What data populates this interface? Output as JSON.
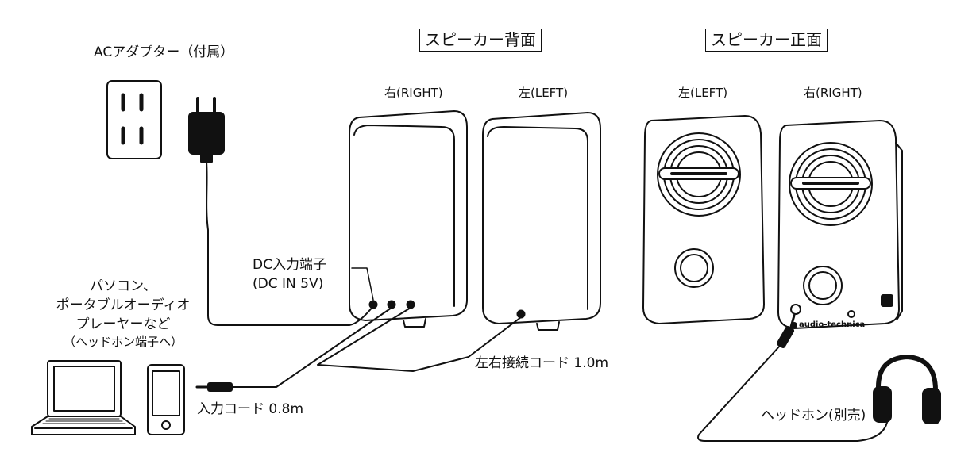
{
  "labels": {
    "ac_adapter": "ACアダプター（付属）",
    "rear_title": "スピーカー背面",
    "front_title": "スピーカー正面",
    "rear_right": "右(RIGHT)",
    "rear_left": "左(LEFT)",
    "front_left": "左(LEFT)",
    "front_right": "右(RIGHT)",
    "dc_input_line1": "DC入力端子",
    "dc_input_line2": "(DC IN 5V)",
    "source_line1": "パソコン、",
    "source_line2": "ポータブルオーディオ",
    "source_line3": "プレーヤーなど",
    "source_line4": "（ヘッドホン端子へ）",
    "lr_cord": "左右接続コード 1.0m",
    "input_cord": "入力コード 0.8m",
    "headphones": "ヘッドホン(別売)",
    "brand": "audio-technica"
  }
}
